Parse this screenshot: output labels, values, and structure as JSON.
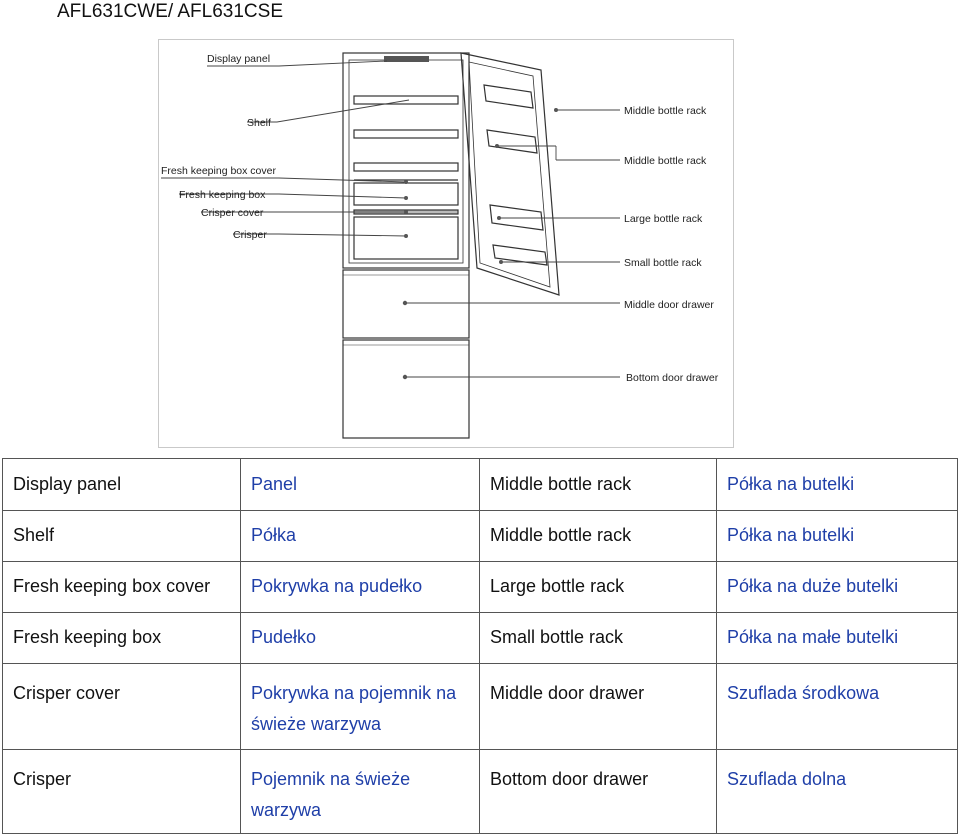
{
  "header": {
    "model": "AFL631CWE/ AFL631CSE"
  },
  "diagram": {
    "labels": {
      "display_panel": "Display panel",
      "shelf": "Shelf",
      "fresh_keeping_box_cover": "Fresh keeping box cover",
      "fresh_keeping_box": "Fresh keeping box",
      "crisper_cover": "Crisper cover",
      "crisper": "Crisper",
      "middle_bottle_rack_1": "Middle bottle rack",
      "middle_bottle_rack_2": "Middle bottle rack",
      "large_bottle_rack": "Large bottle rack",
      "small_bottle_rack": "Small bottle rack",
      "middle_door_drawer": "Middle door drawer",
      "bottom_door_drawer": "Bottom door drawer"
    }
  },
  "table": {
    "rows": [
      [
        "Display panel",
        "Panel",
        "Middle bottle rack",
        "Półka na butelki"
      ],
      [
        "Shelf",
        "Półka",
        "Middle bottle rack",
        "Półka na butelki"
      ],
      [
        "Fresh keeping box cover",
        "Pokrywka na pudełko",
        "Large bottle rack",
        "Półka na duże butelki"
      ],
      [
        "Fresh keeping box",
        "Pudełko",
        "Small bottle rack",
        "Półka na małe butelki"
      ],
      [
        "Crisper cover",
        "Pokrywka na pojemnik na świeże warzywa",
        "Middle door drawer",
        "Szuflada środkowa"
      ],
      [
        "Crisper",
        "Pojemnik na świeże warzywa",
        "Bottom door drawer",
        "Szuflada dolna"
      ]
    ]
  },
  "colors": {
    "english_text": "#111111",
    "polish_text": "#1f3fa8",
    "border": "#555555"
  }
}
